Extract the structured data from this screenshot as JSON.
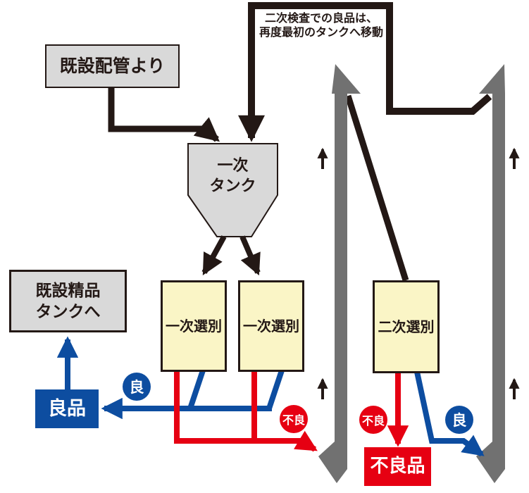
{
  "note": {
    "line1": "二次検査での良品は、",
    "line2": "再度最初のタンクへ移動"
  },
  "boxes": {
    "source": "既設配管より",
    "primary_tank_line1": "一次",
    "primary_tank_line2": "タンク",
    "primary_sorter": "一次選別",
    "secondary_sorter": "二次選別",
    "refined_tank_line1": "既設精品",
    "refined_tank_line2": "タンクへ",
    "good": "良品",
    "defective": "不良品"
  },
  "badges": {
    "good": "良",
    "defective": "不良"
  },
  "colors": {
    "ink_black": "#231815",
    "box_gray": "#d9d9d9",
    "conveyor_gray": "#717171",
    "box_yellow": "#faf5c6",
    "good_blue": "#0d4da0",
    "defective_red": "#e60012"
  }
}
